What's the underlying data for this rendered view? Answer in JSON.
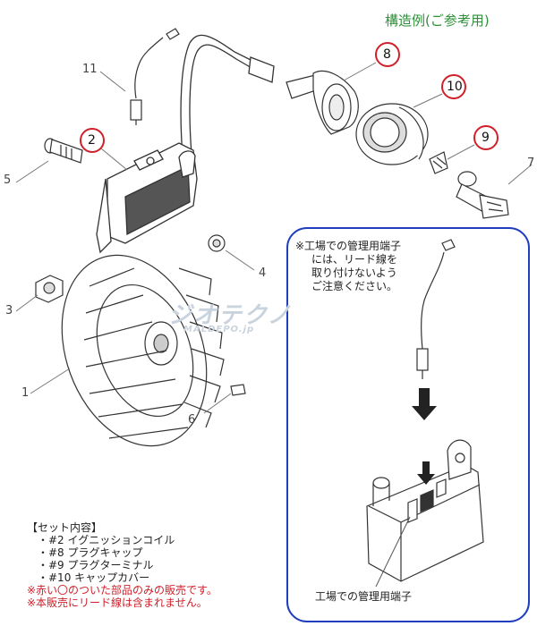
{
  "header": {
    "title": "構造例(ご参考用)"
  },
  "part_numbers": {
    "n1": "1",
    "n2": "2",
    "n3": "3",
    "n4": "4",
    "n5": "5",
    "n6": "6",
    "n7": "7",
    "n8": "8",
    "n9": "9",
    "n10": "10",
    "n11": "11"
  },
  "inset": {
    "note_lines": [
      "※工場での管理用端子",
      "には、リード線を",
      "取り付けないよう",
      "ご注意ください。"
    ],
    "terminal_label": "工場での管理用端子"
  },
  "watermark": {
    "text": "ジオテクノ",
    "sub": "MALDEPO.jp"
  },
  "set_contents": {
    "heading": "【セット内容】",
    "items": [
      "・#2 イグニッションコイル",
      "・#8 プラグキャップ",
      "・#9 プラグターミナル",
      "・#10 キャップカバー"
    ],
    "notes": [
      "※赤い〇のついた部品のみの販売です。",
      "※本販売にリード線は含まれません。"
    ]
  },
  "colors": {
    "accent_red": "#d0202a",
    "title_green": "#2f8f3a",
    "inset_border": "#1f3fbf"
  }
}
